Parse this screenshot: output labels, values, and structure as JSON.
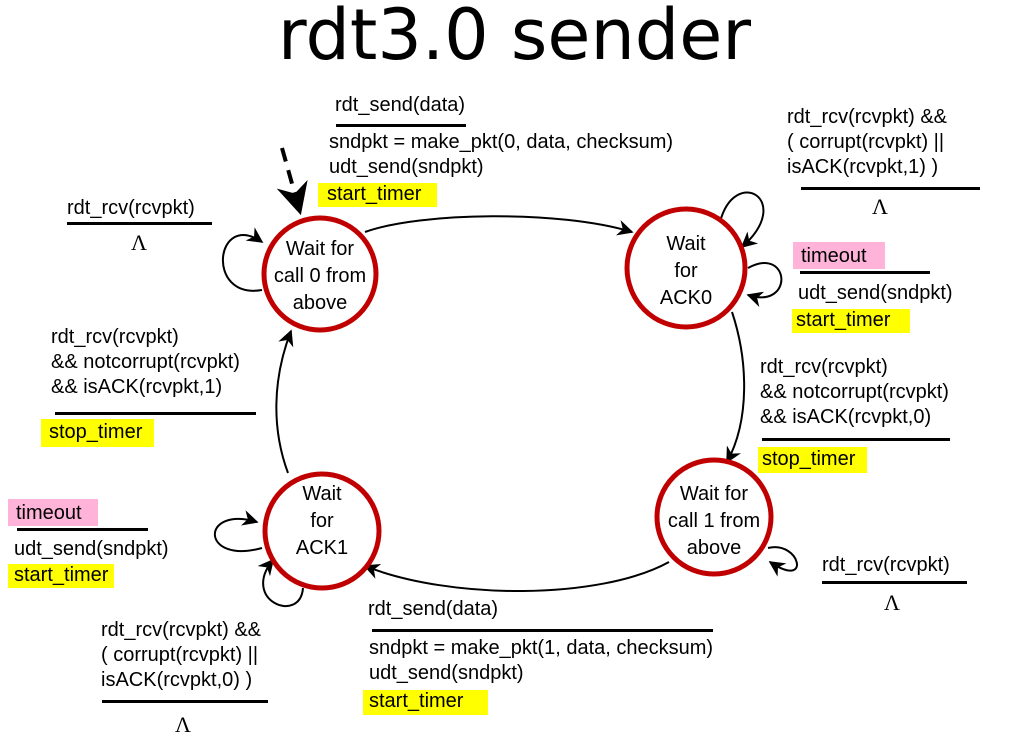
{
  "title": "rdt3.0 sender",
  "states": [
    {
      "id": "wait_call0",
      "lines": [
        "Wait for",
        "call 0 from",
        "above"
      ],
      "initial": true
    },
    {
      "id": "wait_ack0",
      "lines": [
        "Wait",
        "for",
        "ACK0"
      ]
    },
    {
      "id": "wait_call1",
      "lines": [
        "Wait for",
        "call 1 from",
        "above"
      ]
    },
    {
      "id": "wait_ack1",
      "lines": [
        "Wait",
        "for",
        "ACK1"
      ]
    }
  ],
  "colors": {
    "state_border": "#c00000",
    "action_highlight": "#ffff00",
    "event_highlight": "#ffb3d9",
    "arrow": "#000000"
  },
  "transitions": {
    "call0_to_ack0": {
      "event": "rdt_send(data)",
      "actions": [
        "sndpkt = make_pkt(0, data, checksum)",
        "udt_send(sndpkt)"
      ],
      "highlight_action": "start_timer"
    },
    "call0_self": {
      "event": "rdt_rcv(rcvpkt)",
      "action": "Λ"
    },
    "ack0_self_corrupt": {
      "event": [
        "rdt_rcv(rcvpkt) &&",
        "( corrupt(rcvpkt) ||",
        "isACK(rcvpkt,1) )"
      ],
      "action": "Λ"
    },
    "ack0_timeout": {
      "event": "timeout",
      "actions": [
        "udt_send(sndpkt)"
      ],
      "highlight_action": "start_timer"
    },
    "ack0_to_call1": {
      "event": [
        "rdt_rcv(rcvpkt)",
        "&& notcorrupt(rcvpkt)",
        "&& isACK(rcvpkt,0)"
      ],
      "highlight_action": "stop_timer"
    },
    "ack1_to_call0": {
      "event": [
        "rdt_rcv(rcvpkt)",
        "&& notcorrupt(rcvpkt)",
        "&& isACK(rcvpkt,1)"
      ],
      "highlight_action": "stop_timer"
    },
    "ack1_timeout": {
      "event": "timeout",
      "actions": [
        "udt_send(sndpkt)"
      ],
      "highlight_action": "start_timer"
    },
    "call1_self": {
      "event": "rdt_rcv(rcvpkt)",
      "action": "Λ"
    },
    "call1_to_ack1": {
      "event": "rdt_send(data)",
      "actions": [
        "sndpkt = make_pkt(1, data, checksum)",
        "udt_send(sndpkt)"
      ],
      "highlight_action": "start_timer"
    },
    "ack1_self_corrupt": {
      "event": [
        "rdt_rcv(rcvpkt) &&",
        "( corrupt(rcvpkt) ||",
        "isACK(rcvpkt,0) )"
      ],
      "action": "Λ"
    }
  }
}
